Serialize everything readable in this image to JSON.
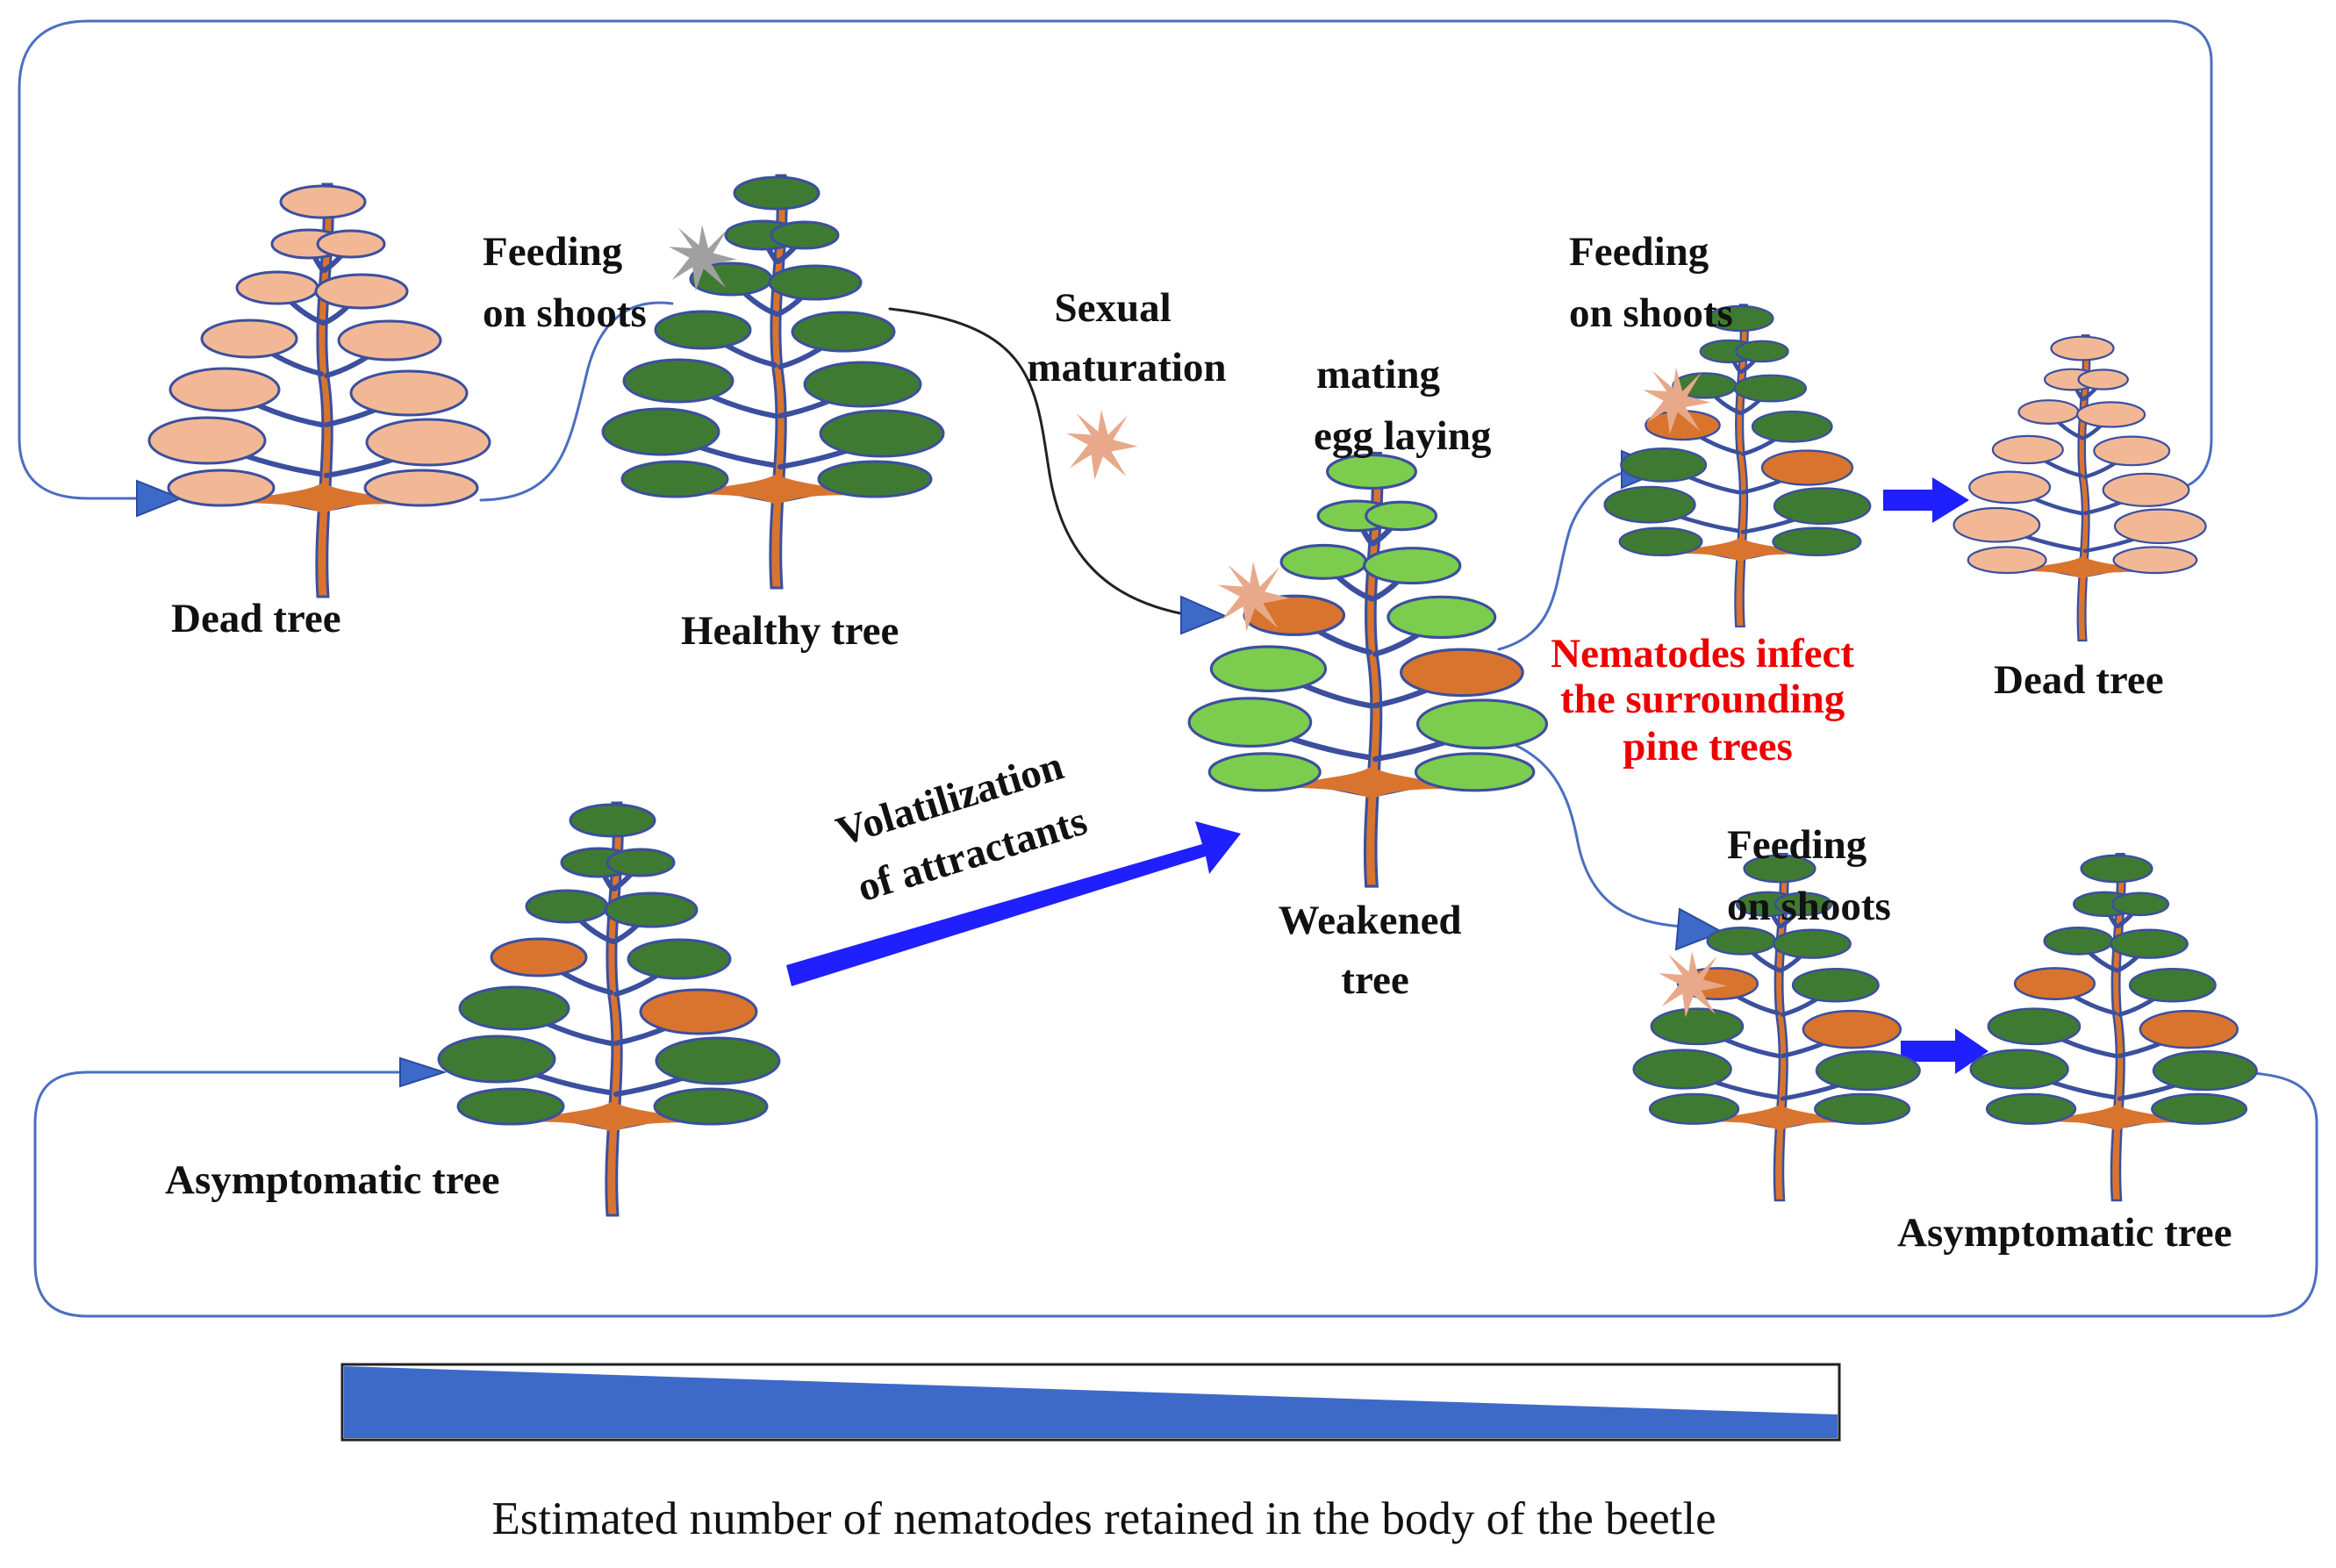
{
  "colors": {
    "dead_foliage": "#f2b896",
    "healthy_foliage": "#3f7a33",
    "weakened_foliage": "#7ccd4e",
    "trunk": "#d9742e",
    "branches": "#3b4f9e",
    "arrow_blue": "#1f1fff",
    "flow_line": "#4a6fc0",
    "gradient_fill": "#3d6ac8",
    "beetle_tan": "#e8a98a",
    "beetle_gray": "#9c9c9c",
    "highlight_red": "#ee0000"
  },
  "labels": {
    "dead_tree_left": "Dead tree",
    "healthy_tree": "Healthy tree",
    "weakened_tree": [
      "Weakened",
      "tree"
    ],
    "dead_tree_right": "Dead tree",
    "asymptomatic_tree_left": "Asymptomatic tree",
    "asymptomatic_tree_right": "Asymptomatic tree"
  },
  "annotations": {
    "feeding_1": [
      "Feeding",
      "on shoots"
    ],
    "sexual_maturation": [
      "Sexual",
      "maturation"
    ],
    "mating": [
      "mating",
      "egg laying"
    ],
    "feeding_2": [
      "Feeding",
      "on shoots"
    ],
    "feeding_3": [
      "Feeding",
      "on shoots"
    ],
    "nematodes": [
      "Nematodes infect",
      "the surrounding",
      "pine trees"
    ],
    "volatilization": [
      "Volatilization",
      "of attractants"
    ]
  },
  "legend": {
    "caption": "Estimated number of nematodes retained in the body of the beetle",
    "trend": "decreasing"
  }
}
